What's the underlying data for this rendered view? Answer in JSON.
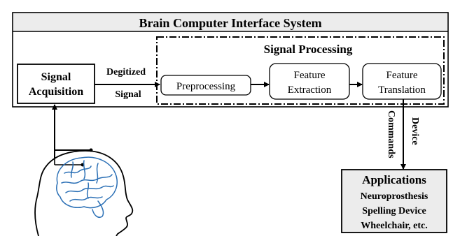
{
  "system": {
    "title": "Brain Computer Interface System"
  },
  "acquisition": {
    "line1": "Signal",
    "line2": "Acquisition"
  },
  "digitized_signal": {
    "line1": "Degitized",
    "line2": "Signal"
  },
  "processing": {
    "title": "Signal Processing",
    "preprocessing": "Preprocessing",
    "extraction_line1": "Feature",
    "extraction_line2": "Extraction",
    "translation_line1": "Feature",
    "translation_line2": "Translation"
  },
  "device_commands": {
    "word1": "Device",
    "word2": "Commands"
  },
  "applications": {
    "title": "Applications",
    "items": [
      "Neuroprosthesis",
      "Spelling Device",
      "Wheelchair, etc."
    ]
  },
  "colors": {
    "title_band": "#ececec",
    "line": "#000000",
    "brain_stroke": "#2a6fb5"
  }
}
